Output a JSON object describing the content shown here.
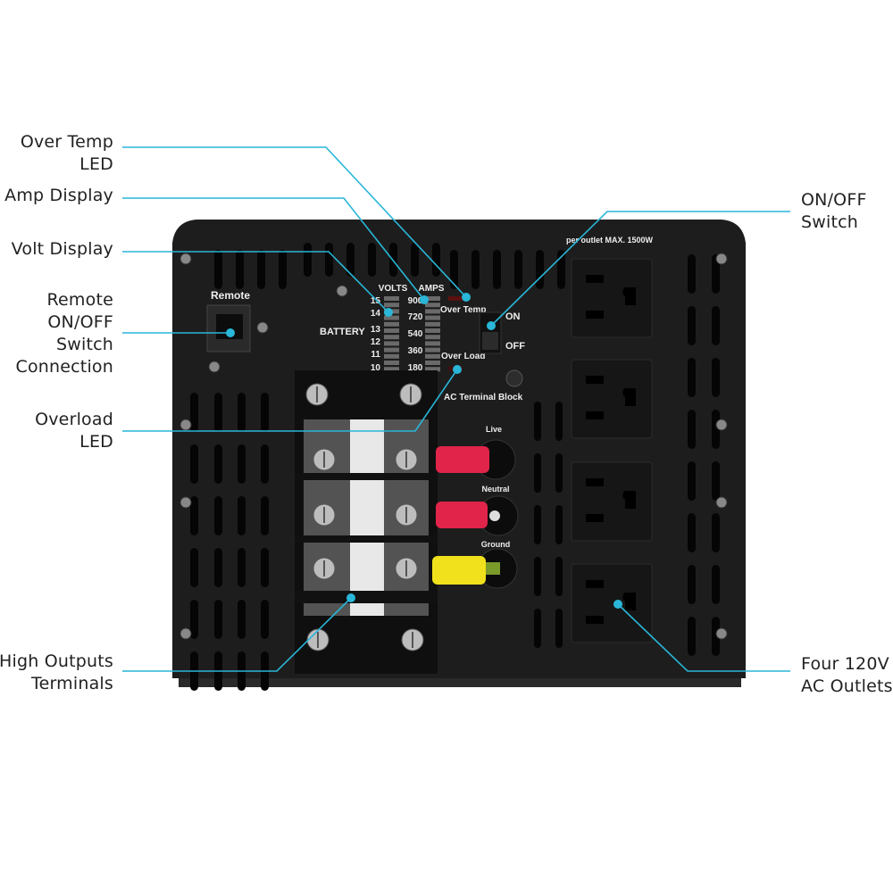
{
  "callouts": {
    "over_temp": [
      "Over Temp",
      "LED"
    ],
    "amp_display": [
      "Amp Display"
    ],
    "volt_display": [
      "Volt Display"
    ],
    "remote": [
      "Remote",
      "ON/OFF",
      "Switch",
      "Connection"
    ],
    "overload": [
      "Overload",
      "LED"
    ],
    "high_outputs": [
      "High Outputs",
      "Terminals"
    ],
    "on_off": [
      "ON/OFF",
      "Switch"
    ],
    "outlets": [
      "Four 120V",
      "AC Outlets"
    ]
  },
  "panel": {
    "remote_label": "Remote",
    "battery_label": "BATTERY",
    "volts_label": "VOLTS",
    "amps_label": "AMPS",
    "volt_ticks": [
      "15",
      "14",
      "13",
      "12",
      "11",
      "10"
    ],
    "amp_ticks": [
      "900",
      "720",
      "540",
      "360",
      "180"
    ],
    "over_temp_label": "Over Temp",
    "over_load_label": "Over Load",
    "on_label": "ON",
    "off_label": "OFF",
    "ac_terminal_label": "AC Terminal Block",
    "live_label": "Live",
    "neutral_label": "Neutral",
    "ground_label": "Ground",
    "outlet_rating": "per outlet MAX. 1500W"
  },
  "colors": {
    "callout_line": "#29b6d8",
    "body": "#1d1d1d",
    "red_terminal": "#e0244a",
    "yellow_terminal": "#f1e11c"
  }
}
